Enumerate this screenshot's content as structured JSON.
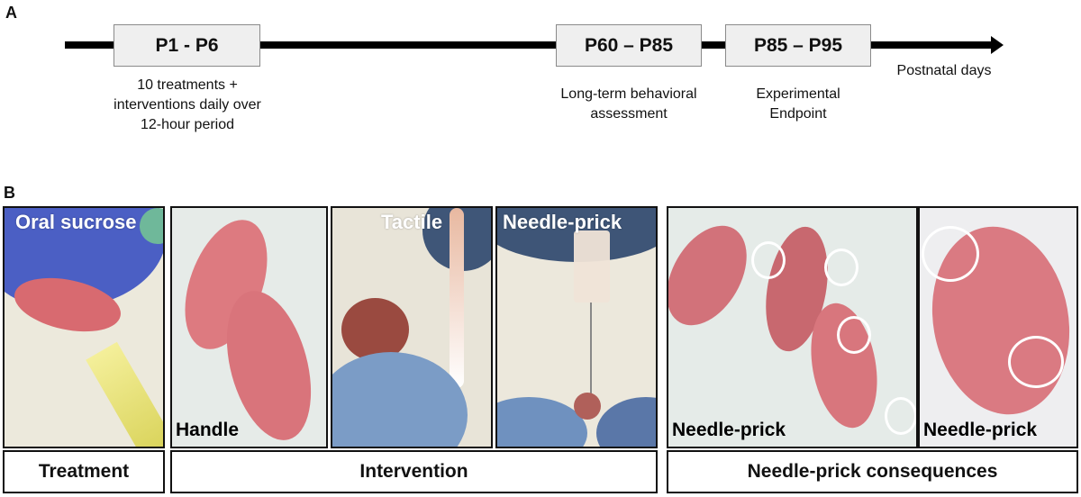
{
  "panel_a": {
    "letter": "A",
    "timeline": {
      "axis_label": "Postnatal days",
      "stages": [
        {
          "label": "P1 - P6",
          "description_lines": [
            "10 treatments +",
            "interventions daily over",
            "12-hour period"
          ]
        },
        {
          "label": "P60 – P85",
          "description_lines": [
            "Long-term behavioral",
            "assessment"
          ]
        },
        {
          "label": "P85 – P95",
          "description_lines": [
            "Experimental",
            "Endpoint"
          ]
        }
      ]
    }
  },
  "panel_b": {
    "letter": "B",
    "photos": [
      {
        "label": "Oral sucrose",
        "label_color": "#ffffff",
        "label_position": "top"
      },
      {
        "label": "Handle",
        "label_color": "#000000",
        "label_position": "bottom"
      },
      {
        "label": "Tactile",
        "label_color": "#ffffff",
        "label_position": "top"
      },
      {
        "label": "Needle-prick",
        "label_color": "#ffffff",
        "label_position": "top"
      },
      {
        "label": "Needle-prick",
        "label_color": "#000000",
        "label_position": "bottom"
      },
      {
        "label": "Needle-prick",
        "label_color": "#000000",
        "label_position": "bottom"
      }
    ],
    "categories": [
      {
        "label": "Treatment"
      },
      {
        "label": "Intervention"
      },
      {
        "label": "Needle-prick consequences"
      }
    ]
  },
  "colors": {
    "timeline_line": "#000000",
    "stage_box_fill": "#efefef",
    "stage_box_border": "#8a8a8a",
    "pup_pink": "#e07a80",
    "glove_blue": "#4a5fc8",
    "glove_light_blue": "#7d9fc9",
    "bedding": "#e9ecea",
    "highlight_circle": "#ffffff"
  }
}
